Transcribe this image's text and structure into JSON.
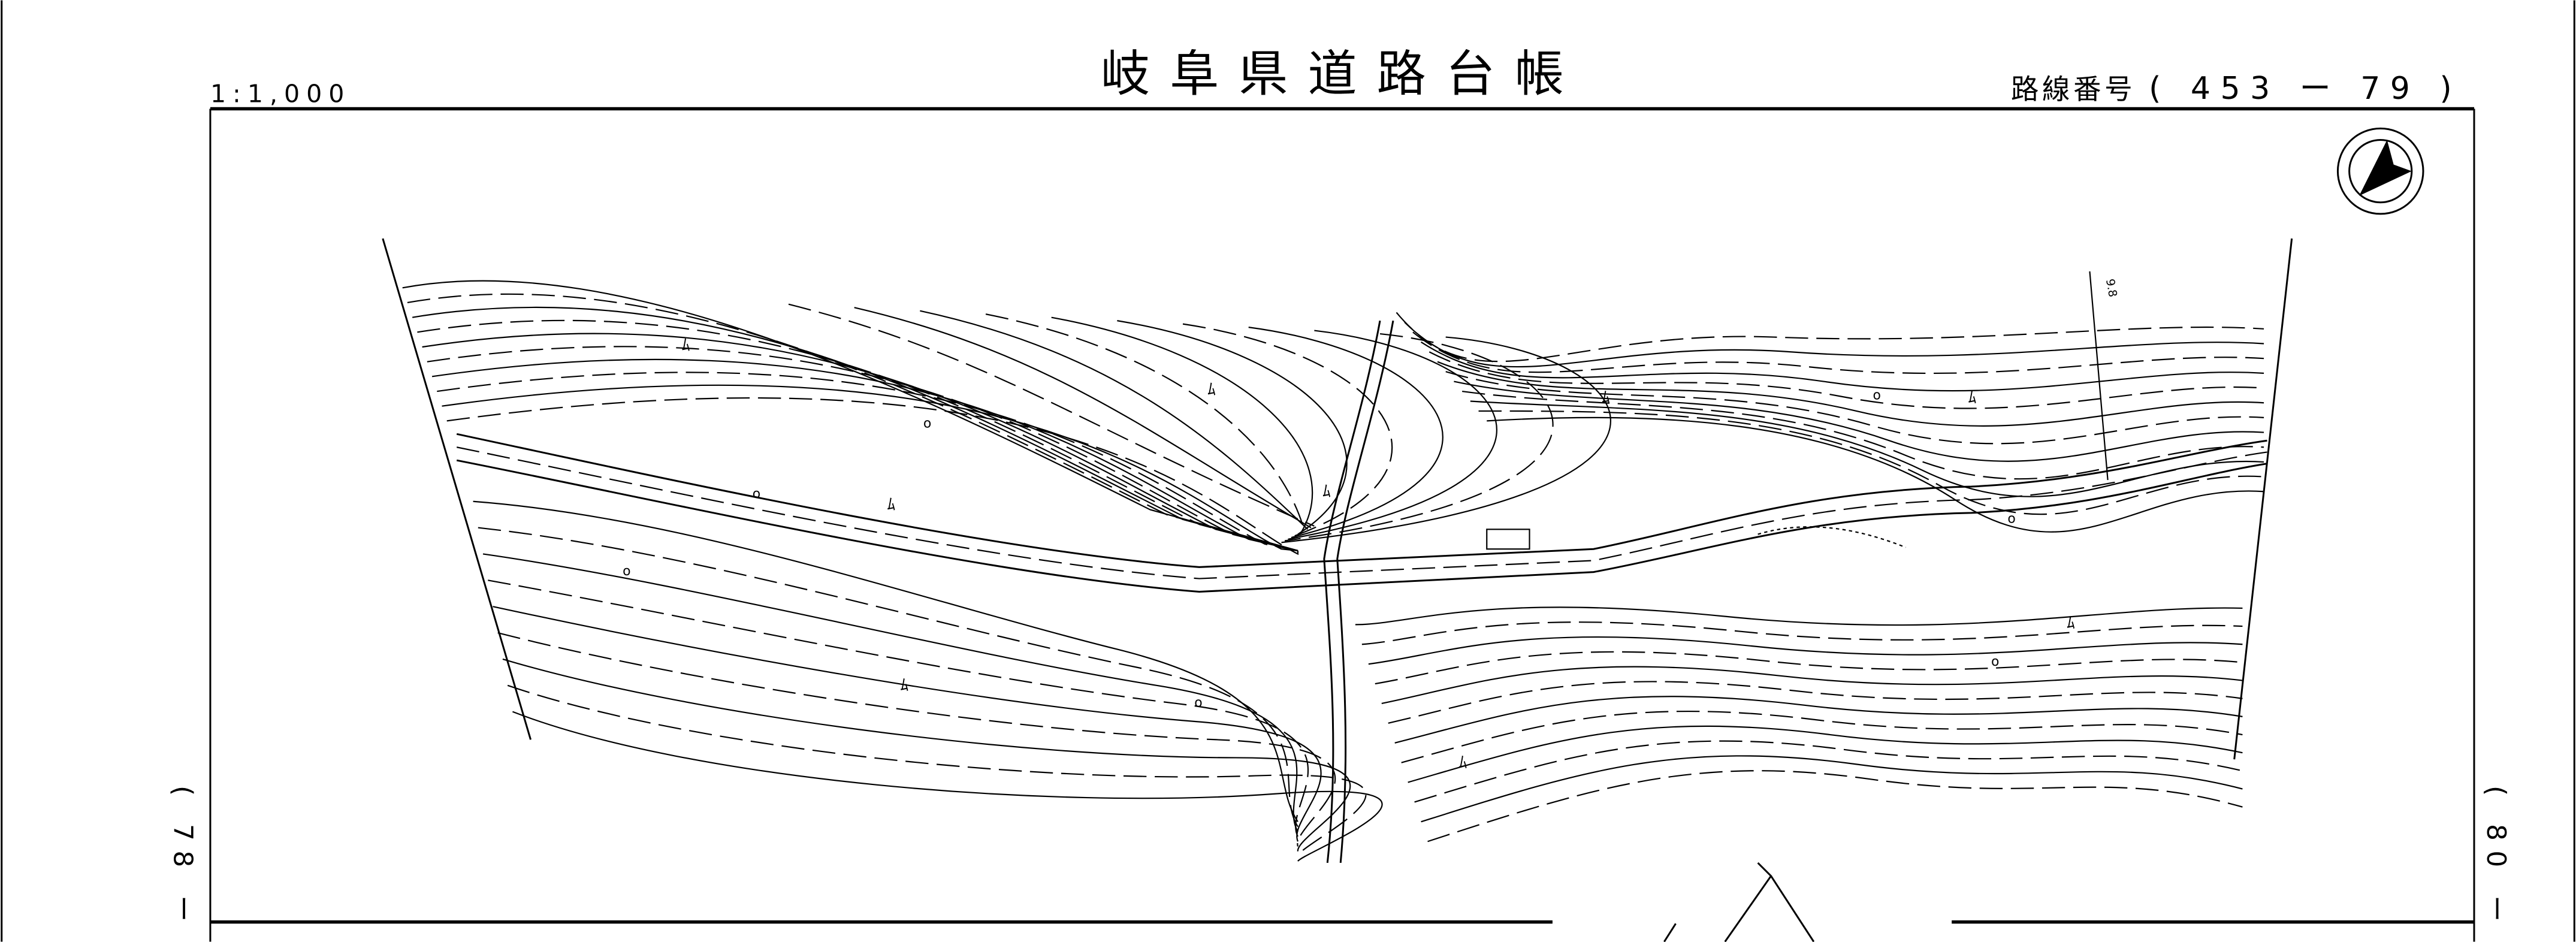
{
  "header": {
    "scale": "1:1,000",
    "title": "岐阜県道路台帳",
    "route_label": "路線番号",
    "route_number": "( 453 ー 79 )"
  },
  "side": {
    "left_sheet": "( 78 ー",
    "right_sheet": "( 80 ー"
  },
  "map": {
    "north_arrow": "north-arrow-icon",
    "symbols": [
      "ﾑ",
      "ﾑ",
      "ﾑ",
      "ﾑ",
      "ﾑ",
      "ﾑ",
      "ﾑ",
      "ﾑ",
      "ﾑ"
    ],
    "marker": "o",
    "contour_color": "#000000",
    "background": "#ffffff"
  }
}
